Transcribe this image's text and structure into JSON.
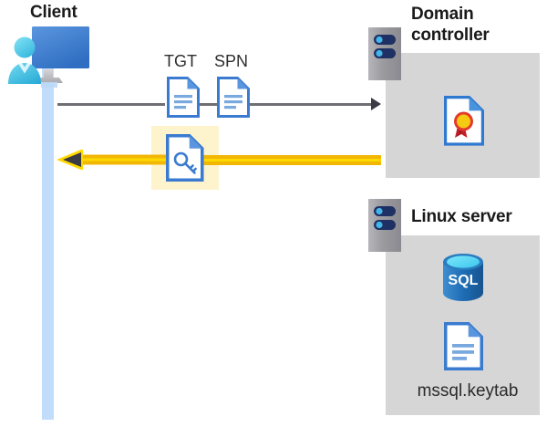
{
  "diagram": {
    "title_client": "Client",
    "title_domain_controller_line1": "Domain",
    "title_domain_controller_line2": "controller",
    "title_linux_server": "Linux server",
    "label_tgt": "TGT",
    "label_spn": "SPN",
    "label_keytab_file": "mssql.keytab",
    "icons": {
      "client_workstation": "user-monitor-icon",
      "domain_controller_server": "server-icon",
      "linux_server": "server-icon",
      "tgt_document": "document-icon",
      "spn_document": "document-icon",
      "ticket_key_document": "document-key-icon",
      "certificate": "certificate-icon",
      "sql_database": "sql-database-icon",
      "keytab_document": "document-icon"
    },
    "arrows": {
      "request_direction": "client-to-domain-controller",
      "response_direction": "domain-controller-to-client"
    },
    "colors": {
      "lifeline": "#c2ddfb",
      "container": "#d6d6d6",
      "highlight": "#fdf3cc",
      "arrow_yellow": "#ffd900",
      "arrow_yellow_edge": "#f2b705",
      "arrow_gray": "#6e6e74",
      "doc_blue": "#3a7bd0",
      "doc_blue_light": "#7aa9e0",
      "sql_blue": "#2c6fbb",
      "sql_top": "#57d5f2",
      "seal_gold": "#f6c912",
      "seal_red": "#c32026",
      "server_gray": "#9a9a9f",
      "server_badge": "#1f3164"
    },
    "sql_logo_text": "SQL"
  }
}
